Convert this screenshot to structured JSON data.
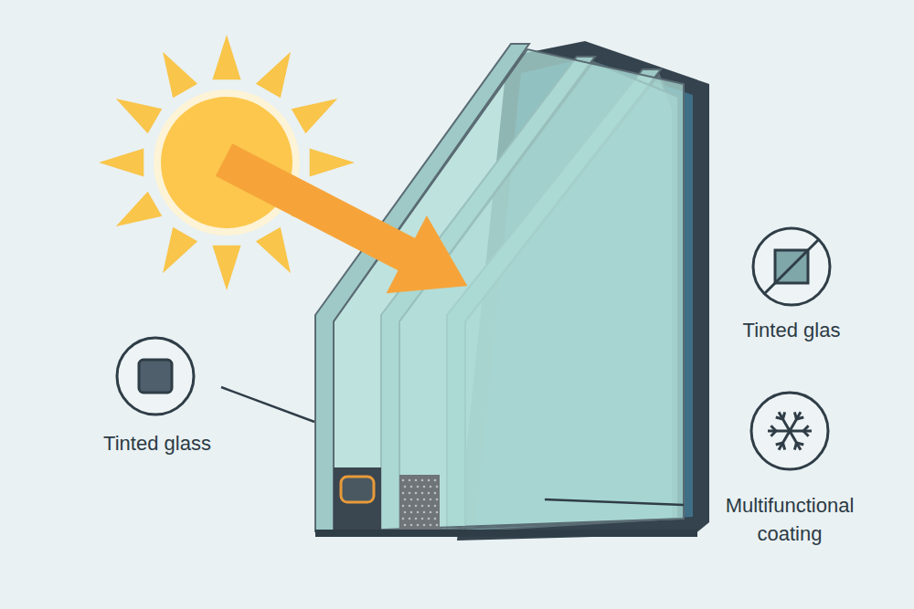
{
  "diagram": {
    "labels": [
      "Tinted glass",
      "Tinted glas",
      "Multifunctional coating"
    ]
  }
}
